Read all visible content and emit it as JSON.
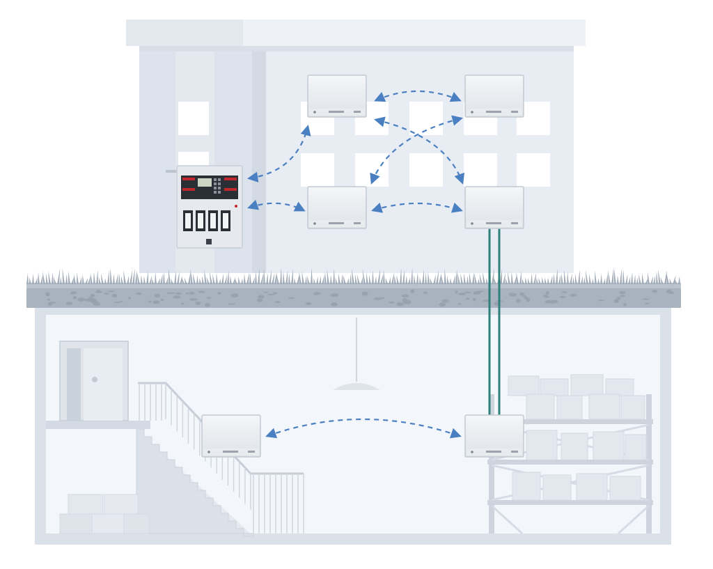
{
  "diagram": {
    "type": "wireless-fire-alarm-network",
    "colors": {
      "sky": "#ffffff",
      "building": "#e8ecf3",
      "building_dark": "#dde3ec",
      "window": "#ffffff",
      "ground": "#a3adba",
      "grass": "#9aa5b2",
      "basement": "#f3f6fa",
      "wall": "#d9dfe8",
      "link_wireless": "#4a7fc1",
      "link_wired": "#2f7f7a",
      "panel_red": "#c0282d",
      "panel_screen": "#22272c"
    },
    "icons": {
      "panel": "fire-alarm-control-panel-icon",
      "repeater": "wireless-repeater-icon"
    },
    "nodes": [
      {
        "id": "panel",
        "kind": "control-panel"
      },
      {
        "id": "rep-top-left",
        "kind": "repeater"
      },
      {
        "id": "rep-top-right",
        "kind": "repeater"
      },
      {
        "id": "rep-mid-left",
        "kind": "repeater"
      },
      {
        "id": "rep-mid-right",
        "kind": "repeater"
      },
      {
        "id": "rep-base-left",
        "kind": "repeater"
      },
      {
        "id": "rep-base-right",
        "kind": "repeater"
      }
    ],
    "links": [
      {
        "from": "rep-top-left",
        "to": "rep-top-right",
        "style": "wireless"
      },
      {
        "from": "rep-top-left",
        "to": "rep-mid-right",
        "style": "wireless"
      },
      {
        "from": "rep-top-right",
        "to": "rep-mid-left",
        "style": "wireless"
      },
      {
        "from": "panel",
        "to": "rep-top-left",
        "style": "wireless"
      },
      {
        "from": "panel",
        "to": "rep-mid-left",
        "style": "wireless"
      },
      {
        "from": "rep-mid-left",
        "to": "rep-mid-right",
        "style": "wireless"
      },
      {
        "from": "rep-mid-right",
        "to": "rep-base-right",
        "style": "wired"
      },
      {
        "from": "rep-base-left",
        "to": "rep-base-right",
        "style": "wireless"
      }
    ]
  }
}
